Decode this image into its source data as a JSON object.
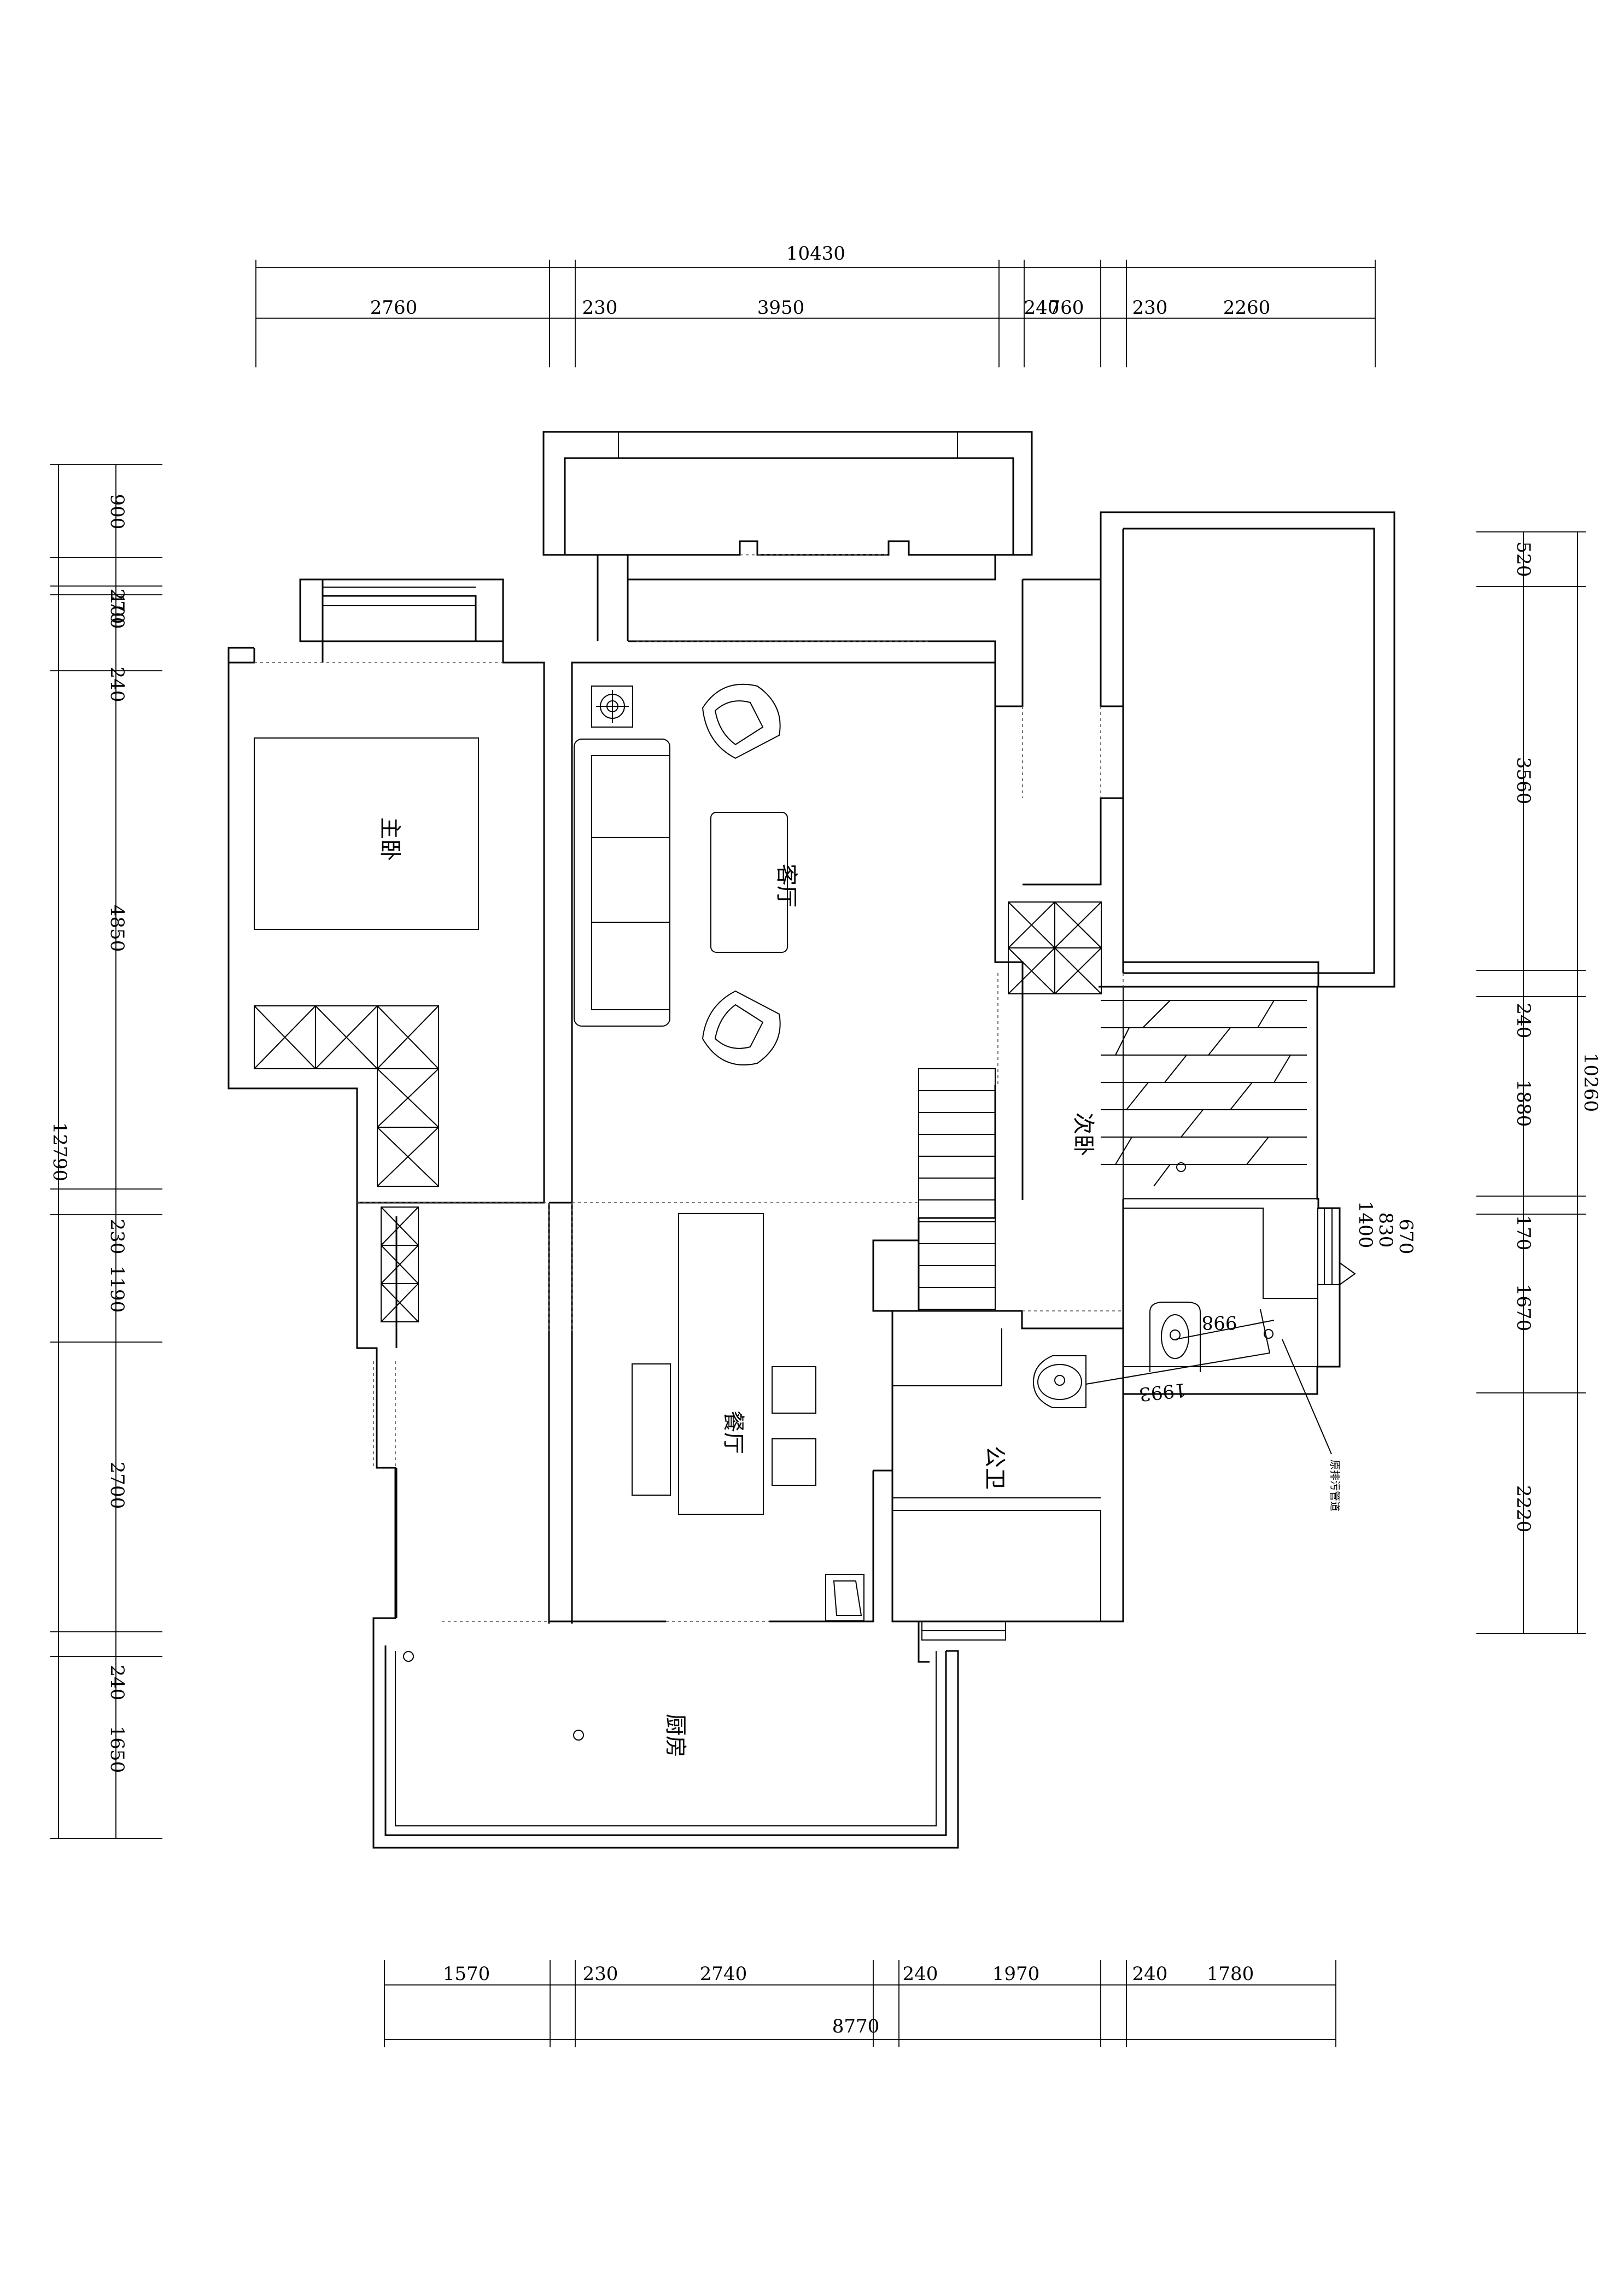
{
  "dimensions": {
    "top": {
      "total": "10430",
      "segments": [
        "2760",
        "230",
        "3950",
        "240",
        "760",
        "230",
        "2260"
      ]
    },
    "bottom": {
      "total": "8770",
      "segments": [
        "1570",
        "230",
        "2740",
        "240",
        "1970",
        "240",
        "1780"
      ]
    },
    "left": {
      "total": "12790",
      "segments": [
        "900",
        "270",
        "100",
        "240",
        "4850",
        "230",
        "1190",
        "2700",
        "240",
        "1650"
      ]
    },
    "right": {
      "total": "10260",
      "segments": [
        "520",
        "3560",
        "240",
        "1880",
        "170",
        "1670",
        "2220"
      ]
    },
    "window_notes": [
      "670",
      "830",
      "1400"
    ],
    "diagonal": [
      "998",
      "1993"
    ]
  },
  "rooms": {
    "master_bedroom": "主卧",
    "living_room": "客厅",
    "second_bedroom": "次卧",
    "dining_room": "餐厅",
    "bathroom": "公卫",
    "kitchen": "厨房"
  },
  "notes": {
    "vent_note": "原排污管道"
  }
}
